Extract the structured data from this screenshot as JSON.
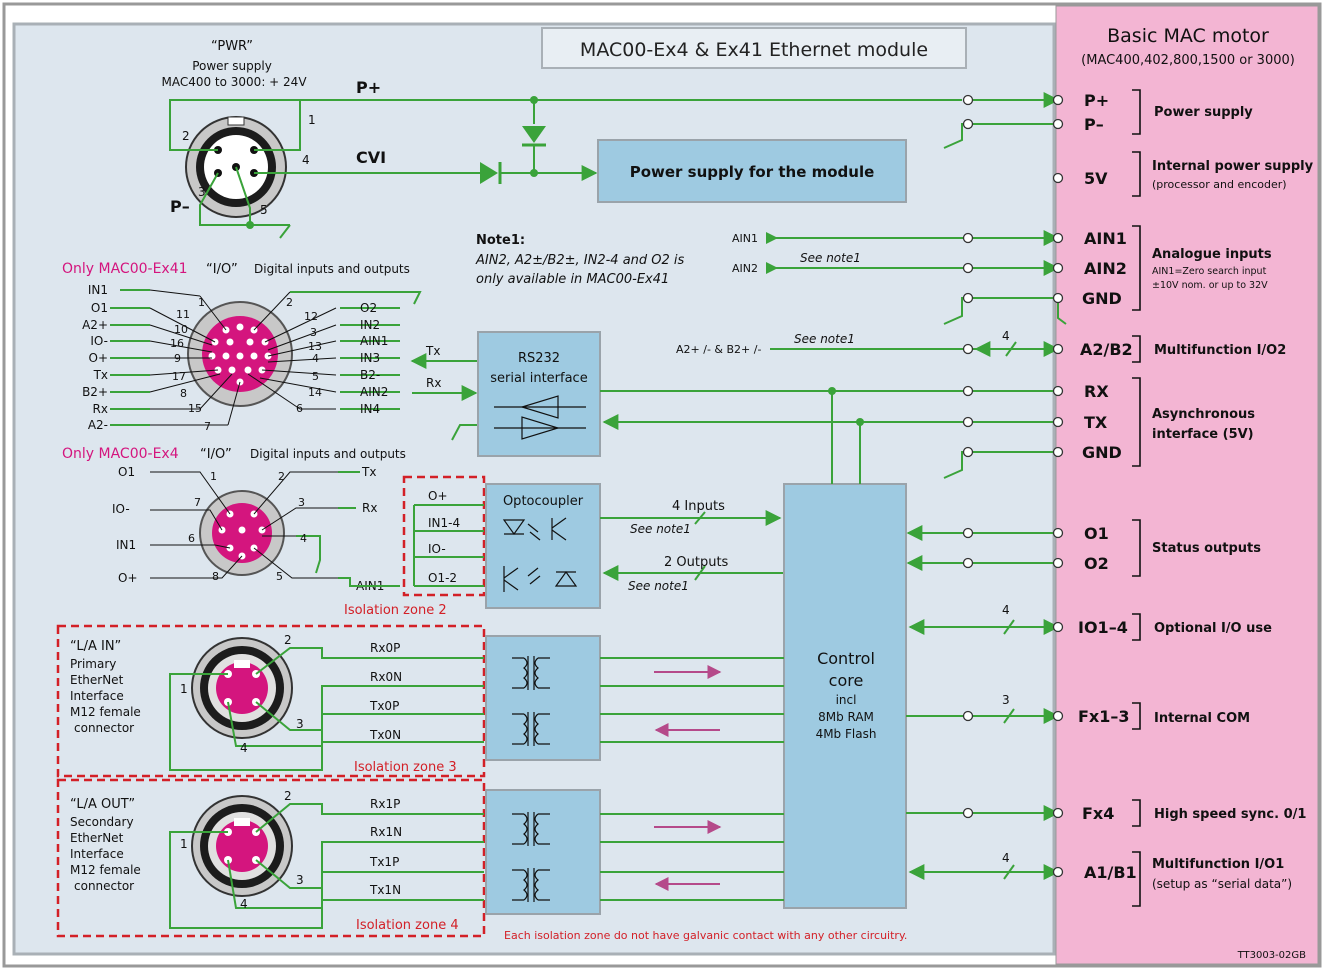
{
  "module": {
    "title": "MAC00-Ex4 & Ex41 Ethernet module",
    "pwr": {
      "name": "“PWR”",
      "desc1": "Power supply",
      "desc2": "MAC400 to 3000: + 24V",
      "pins": [
        "1",
        "2",
        "3",
        "4",
        "5"
      ],
      "p_plus": "P+",
      "p_minus": "P–",
      "cvi": "CVI"
    },
    "psu_box": "Power supply for the module",
    "note": {
      "title": "Note1:",
      "line1": "AIN2, A2±/B2±, IN2-4 and O2 is",
      "line2": "only available in MAC00-Ex41"
    },
    "ex41": {
      "only": "Only MAC00-Ex41",
      "io": "“I/O”",
      "desc": "Digital inputs and outputs",
      "left_labels": [
        "IN1",
        "O1",
        "A2+",
        "IO-",
        "O+",
        "Tx",
        "B2+",
        "Rx",
        "A2-"
      ],
      "left_pins": [
        "1",
        "11",
        "10",
        "16",
        "9",
        "17",
        "8",
        "15",
        "7"
      ],
      "right_labels": [
        "O2",
        "IN2",
        "AIN1",
        "IN3",
        "B2-",
        "AIN2",
        "IN4"
      ],
      "right_pins": [
        "2",
        "12",
        "3",
        "13",
        "4",
        "5",
        "14",
        "6"
      ],
      "tx": "Tx",
      "rx": "Rx"
    },
    "ex4": {
      "only": "Only MAC00-Ex4",
      "io": "“I/O”",
      "desc": "Digital inputs and outputs",
      "left_labels": [
        "O1",
        "IO-",
        "IN1",
        "O+"
      ],
      "left_pins": [
        "1",
        "7",
        "6",
        "8"
      ],
      "right_labels": [
        "Tx",
        "Rx",
        "AIN1"
      ],
      "right_pins": [
        "2",
        "3",
        "4",
        "5"
      ]
    },
    "rs232": {
      "line1": "RS232",
      "line2": "serial interface",
      "signal": "A2+ /- & B2+ /-",
      "see": "See note1",
      "count": "4"
    },
    "opto": {
      "title": "Optocoupler",
      "inputs": [
        "O+",
        "IN1-4",
        "IO-",
        "O1-2"
      ],
      "in4": "4 Inputs",
      "out2": "2 Outputs",
      "see": "See note1"
    },
    "ain": {
      "ain1": "AIN1",
      "ain2": "AIN2",
      "see": "See note1"
    },
    "control": {
      "line1": "Control",
      "line2": "core",
      "line3": "incl",
      "line4": "8Mb RAM",
      "line5": "4Mb Flash"
    },
    "zones": {
      "z2": "Isolation zone 2",
      "z3": "Isolation zone 3",
      "z4": "Isolation zone 4"
    },
    "la_in": {
      "name": "“L/A IN”",
      "lines": [
        "Primary",
        "EtherNet",
        "Interface",
        "M12 female",
        "connector"
      ],
      "signals": [
        "Rx0P",
        "Rx0N",
        "Tx0P",
        "Tx0N"
      ],
      "pins": [
        "1",
        "2",
        "3",
        "4"
      ]
    },
    "la_out": {
      "name": "“L/A OUT”",
      "lines": [
        "Secondary",
        "EtherNet",
        "Interface",
        "M12 female",
        "connector"
      ],
      "signals": [
        "Rx1P",
        "Rx1N",
        "Tx1P",
        "Tx1N"
      ],
      "pins": [
        "1",
        "2",
        "3",
        "4"
      ]
    },
    "iso_note": "Each isolation zone do not have galvanic contact with any other circuitry."
  },
  "motor": {
    "title": "Basic MAC motor",
    "subtitle": "(MAC400,402,800,1500 or 3000)",
    "terminals": [
      "P+",
      "P–",
      "5V",
      "AIN1",
      "AIN2",
      "GND",
      "A2/B2",
      "RX",
      "TX",
      "GND",
      "O1",
      "O2",
      "IO1–4",
      "Fx1–3",
      "Fx4",
      "A1/B1"
    ],
    "groups": {
      "power": "Power supply",
      "internal": "Internal power supply",
      "internal_sub": "(processor and encoder)",
      "analogue": "Analogue inputs",
      "analogue_sub1": "AIN1=Zero search input",
      "analogue_sub2": "±10V nom. or up to 32V",
      "mf2": "Multifunction I/O2",
      "async1": "Asynchronous",
      "async2": "interface (5V)",
      "status": "Status outputs",
      "optional": "Optional I/O use",
      "com": "Internal COM",
      "sync": "High speed sync. 0/1",
      "mf1": "Multifunction I/O1",
      "mf1_sub": "(setup as “serial data”)"
    },
    "counts": {
      "io": "4",
      "fx": "3",
      "a1b1": "4"
    }
  },
  "footer": {
    "code": "TT3003-02GB"
  },
  "colors": {
    "panel": "#dde6ee",
    "box": "#9ecae1",
    "wire": "#3aa33a",
    "zone": "#d32027",
    "motor_bg": "#f3b5d3",
    "magenta": "#d4157e"
  }
}
